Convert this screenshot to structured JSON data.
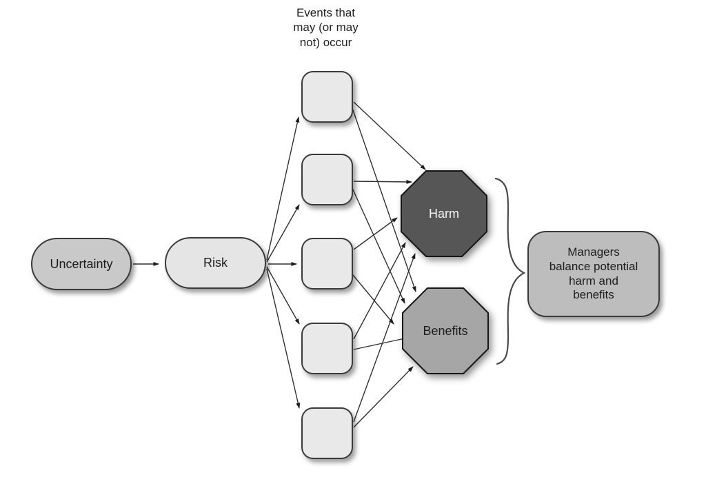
{
  "diagram": {
    "top_label": "Events that\nmay (or may\nnot) occur",
    "nodes": {
      "uncertainty": {
        "label": "Uncertainty",
        "shape": "rounded-pill"
      },
      "risk": {
        "label": "Risk",
        "shape": "rounded-pill"
      },
      "harm": {
        "label": "Harm",
        "shape": "octagon"
      },
      "benefits": {
        "label": "Benefits",
        "shape": "octagon"
      },
      "managers": {
        "label": "Managers\nbalance potential\nharm and\nbenefits",
        "shape": "rounded-rect"
      }
    },
    "event_boxes": [
      {
        "id": "event-1",
        "label": ""
      },
      {
        "id": "event-2",
        "label": ""
      },
      {
        "id": "event-3",
        "label": ""
      },
      {
        "id": "event-4",
        "label": ""
      },
      {
        "id": "event-5",
        "label": ""
      }
    ],
    "edges": [
      {
        "from": "uncertainty",
        "to": "risk"
      },
      {
        "from": "risk",
        "to": "event-1"
      },
      {
        "from": "risk",
        "to": "event-2"
      },
      {
        "from": "risk",
        "to": "event-3"
      },
      {
        "from": "risk",
        "to": "event-4"
      },
      {
        "from": "risk",
        "to": "event-5"
      },
      {
        "from": "event-1",
        "to": "harm"
      },
      {
        "from": "event-2",
        "to": "harm"
      },
      {
        "from": "event-3",
        "to": "harm"
      },
      {
        "from": "event-4",
        "to": "harm"
      },
      {
        "from": "event-5",
        "to": "harm"
      },
      {
        "from": "event-1",
        "to": "benefits"
      },
      {
        "from": "event-2",
        "to": "benefits"
      },
      {
        "from": "event-3",
        "to": "benefits"
      },
      {
        "from": "event-4",
        "to": "benefits"
      },
      {
        "from": "event-5",
        "to": "benefits"
      },
      {
        "from": "brace",
        "to": "managers"
      }
    ]
  },
  "colors": {
    "background": "#ffffff",
    "uncertainty_fill": "#c9c9c9",
    "risk_fill": "#e5e5e5",
    "event_box_fill": "#e9e9e9",
    "harm_fill": "#565656",
    "harm_text": "#f4f4f4",
    "benefits_fill": "#a6a6a6",
    "managers_fill": "#bdbdbd",
    "border": "#3a3a3a",
    "arrow": "#2f2f2f"
  }
}
